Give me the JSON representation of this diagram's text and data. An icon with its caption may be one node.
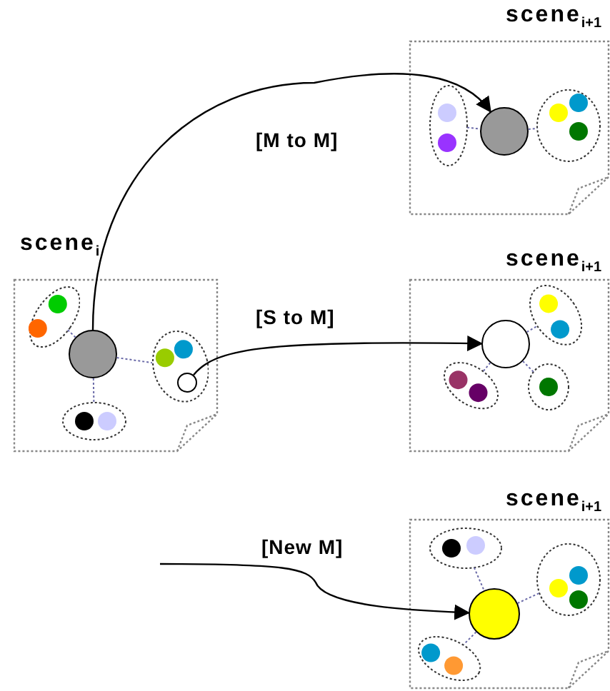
{
  "diagram": {
    "nodes": [
      {
        "text": [
          "scene$_{i}$"
        ]
      },
      {
        "text": [],
        "shape": "circle",
        "in": 0
      },
      {
        "text": [],
        "shape": "ellipse",
        "in": 0
      },
      {
        "text": [],
        "shape": "ellipse",
        "in": 0
      },
      {
        "text": [],
        "shape": "circle",
        "in": 3
      },
      {
        "text": [],
        "shape": "ellipse",
        "in": 0
      },
      {
        "text": [
          "scene$_{i+1}$"
        ]
      },
      {
        "text": [],
        "shape": "ellipse",
        "in": 6
      },
      {
        "text": [],
        "shape": "circle",
        "in": 6
      },
      {
        "text": [],
        "shape": "ellipse",
        "in": 6
      },
      {
        "text": [
          "scene$_{i+1}$"
        ]
      },
      {
        "text": [],
        "shape": "ellipse",
        "in": 10
      },
      {
        "text": [],
        "shape": "circle",
        "in": 10
      },
      {
        "text": [],
        "shape": "ellipse",
        "in": 10
      },
      {
        "text": [],
        "shape": "ellipse",
        "in": 10
      },
      {
        "text": [
          "scene$_{i+1}$"
        ]
      },
      {
        "text": [],
        "shape": "ellipse",
        "in": 15
      },
      {
        "text": [],
        "shape": "circle",
        "in": 15
      },
      {
        "text": [],
        "shape": "ellipse",
        "in": 15
      },
      {
        "text": [],
        "shape": "ellipse",
        "in": 15
      }
    ],
    "edges": [
      {
        "from": 1,
        "to": 8,
        "arrow": "to",
        "label": "[M to M]",
        "color": "#000000"
      },
      {
        "from": 4,
        "to": 12,
        "arrow": "to",
        "label": "[S to M]",
        "color": "#000000"
      },
      {
        "from": null,
        "to": 17,
        "arrow": "to",
        "label": "[New M]",
        "color": "#000000"
      },
      {
        "from": 2,
        "to": 1,
        "arrow": "none",
        "style": "dashed"
      },
      {
        "from": 1,
        "to": 3,
        "arrow": "none",
        "style": "dashed"
      },
      {
        "from": 1,
        "to": 5,
        "arrow": "none",
        "style": "dashed"
      },
      {
        "from": 7,
        "to": 8,
        "arrow": "none",
        "style": "dashed"
      },
      {
        "from": 8,
        "to": 9,
        "arrow": "none",
        "style": "dashed"
      },
      {
        "from": 12,
        "to": 11,
        "arrow": "none",
        "style": "dashed"
      },
      {
        "from": 12,
        "to": 13,
        "arrow": "none",
        "style": "dashed"
      },
      {
        "from": 12,
        "to": 14,
        "arrow": "none",
        "style": "dashed"
      },
      {
        "from": 16,
        "to": 17,
        "arrow": "none",
        "style": "dashed"
      },
      {
        "from": 17,
        "to": 18,
        "arrow": "none",
        "style": "dashed"
      },
      {
        "from": 17,
        "to": 19,
        "arrow": "none",
        "style": "dashed"
      }
    ]
  }
}
